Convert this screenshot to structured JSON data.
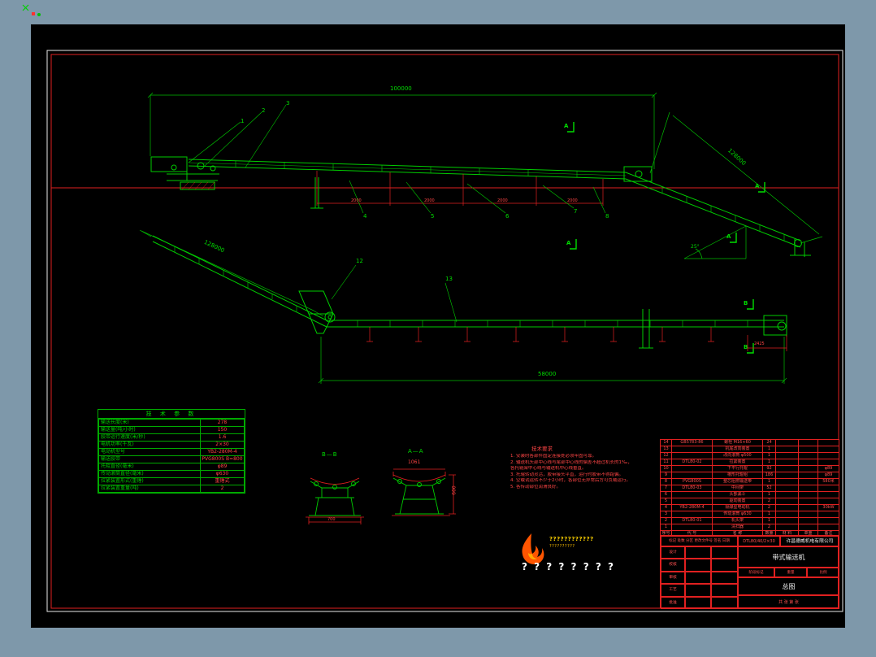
{
  "drawing": {
    "dims": {
      "top_length": "100000",
      "incline_right": "128000",
      "incline_left": "128000",
      "bottom_length": "58000",
      "angle": "25°",
      "tail": "2425",
      "station": "2000",
      "aa_width": "1061",
      "aa_height": "600",
      "bb_width": "700"
    },
    "balloons": [
      "1",
      "2",
      "3",
      "4",
      "5",
      "6",
      "7",
      "8",
      "12",
      "13"
    ],
    "section_a": "A",
    "section_b": "B",
    "section_titles": {
      "bb": "B—B",
      "aa": "A—A"
    }
  },
  "params": {
    "title": "技 术 参 数",
    "rows": [
      {
        "label": "输送长度(米)",
        "value": "278"
      },
      {
        "label": "输送量(吨/小时)",
        "value": "150"
      },
      {
        "label": "胶带运行速度(米/秒)",
        "value": "1.6"
      },
      {
        "label": "电机功率(千瓦)",
        "value": "2×30"
      },
      {
        "label": "电动机型号",
        "value": "YB2-280M-4"
      },
      {
        "label": "输送胶带",
        "value": "PVG800S B=800"
      },
      {
        "label": "托辊直径(毫米)",
        "value": "φ89"
      },
      {
        "label": "传动滚筒直径(毫米)",
        "value": "φ630"
      },
      {
        "label": "拉紧装置形式(重锤)",
        "value": "重锤式"
      },
      {
        "label": "拉紧装置重量(吨)",
        "value": "2"
      }
    ]
  },
  "notes": {
    "title": "技术要求",
    "lines": [
      "1. 安装时各部件固定连接处必须牢固可靠。",
      "2. 输送机头部中心线与尾部中心线的偏差不超过机长的1‰，",
      "   各托辊架中心线与输送机中心线垂直。",
      "3. 托辊转动灵活，胶带接头平直，运行时胶带不得跑偏。",
      "4. 空载试运转不少于2小时，各部位无异常后方可负载运行。",
      "5. 各传动部位润滑良好。"
    ]
  },
  "bom": {
    "header": [
      "序号",
      "代 号",
      "名 称",
      "数量",
      "材 料",
      "单重",
      "备注"
    ],
    "rows": [
      [
        "14",
        "GB5783-86",
        "螺栓 M16×60",
        "24",
        "",
        "",
        ""
      ],
      [
        "13",
        "",
        "机尾改向装置",
        "1",
        "",
        "",
        ""
      ],
      [
        "12",
        "",
        "改向滚筒 φ500",
        "1",
        "",
        "",
        ""
      ],
      [
        "11",
        "DTL80-02",
        "拉紧装置",
        "1",
        "",
        "",
        ""
      ],
      [
        "10",
        "",
        "下平行托辊",
        "92",
        "",
        "",
        "φ89"
      ],
      [
        "9",
        "",
        "槽形托辊组",
        "186",
        "",
        "",
        "φ89"
      ],
      [
        "8",
        "PVG800S",
        "整芯阻燃输送带",
        "1",
        "",
        "",
        "580米"
      ],
      [
        "7",
        "DTL80-03",
        "中间架",
        "52",
        "",
        "",
        ""
      ],
      [
        "6",
        "",
        "头部漏斗",
        "1",
        "",
        "",
        ""
      ],
      [
        "5",
        "",
        "驱动装置",
        "2",
        "",
        "",
        ""
      ],
      [
        "4",
        "YB2-280M-4",
        "隔爆型电动机",
        "2",
        "",
        "",
        "30kW"
      ],
      [
        "3",
        "",
        "传动滚筒 φ630",
        "1",
        "",
        "",
        ""
      ],
      [
        "2",
        "DTL80-01",
        "机头架",
        "1",
        "",
        "",
        ""
      ],
      [
        "1",
        "",
        "清扫器",
        "2",
        "",
        "",
        ""
      ]
    ]
  },
  "titleblock": {
    "left_header": "标记 处数 分区 更改文件号 签名 日期",
    "roles": [
      "设计",
      "校核",
      "审核",
      "工艺",
      "批准"
    ],
    "model": "DTL80/40/2×30",
    "company": "许昌德威机电有限公司",
    "product": "带式输送机",
    "stage_labels": [
      "阶段标记",
      "重量",
      "比例"
    ],
    "sheet": "总图",
    "sheet_info": "共 张 第 张"
  },
  "logo": {
    "row1": "????????????",
    "row2": "??????????",
    "row3": "? ? ? ? ? ? ? ?"
  }
}
